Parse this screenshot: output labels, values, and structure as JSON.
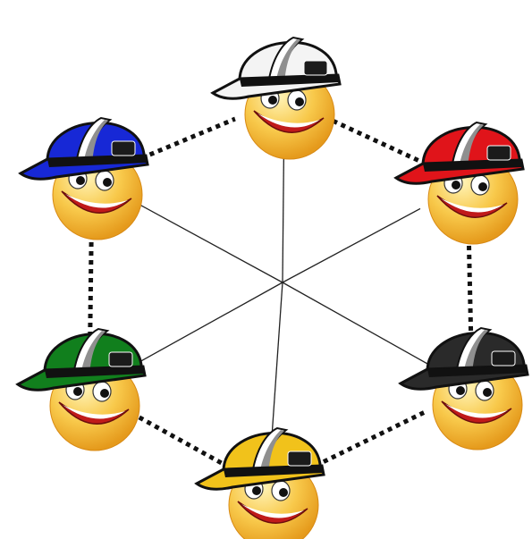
{
  "diagram": {
    "center": "hub",
    "ring_style": "dotted",
    "nodes": [
      {
        "id": "white",
        "helmet_color": "#f4f4f4"
      },
      {
        "id": "red",
        "helmet_color": "#e0141a"
      },
      {
        "id": "black",
        "helmet_color": "#2a2a2a"
      },
      {
        "id": "yellow",
        "helmet_color": "#f1c21b"
      },
      {
        "id": "green",
        "helmet_color": "#117f1d"
      },
      {
        "id": "blue",
        "helmet_color": "#1728d6"
      }
    ],
    "colors": {
      "face": "#f7c84a",
      "face_highlight": "#fff3b0",
      "outline": "#111111",
      "helmet_stripe": "#8f8f8f",
      "mouth": "#c01a1a"
    }
  }
}
